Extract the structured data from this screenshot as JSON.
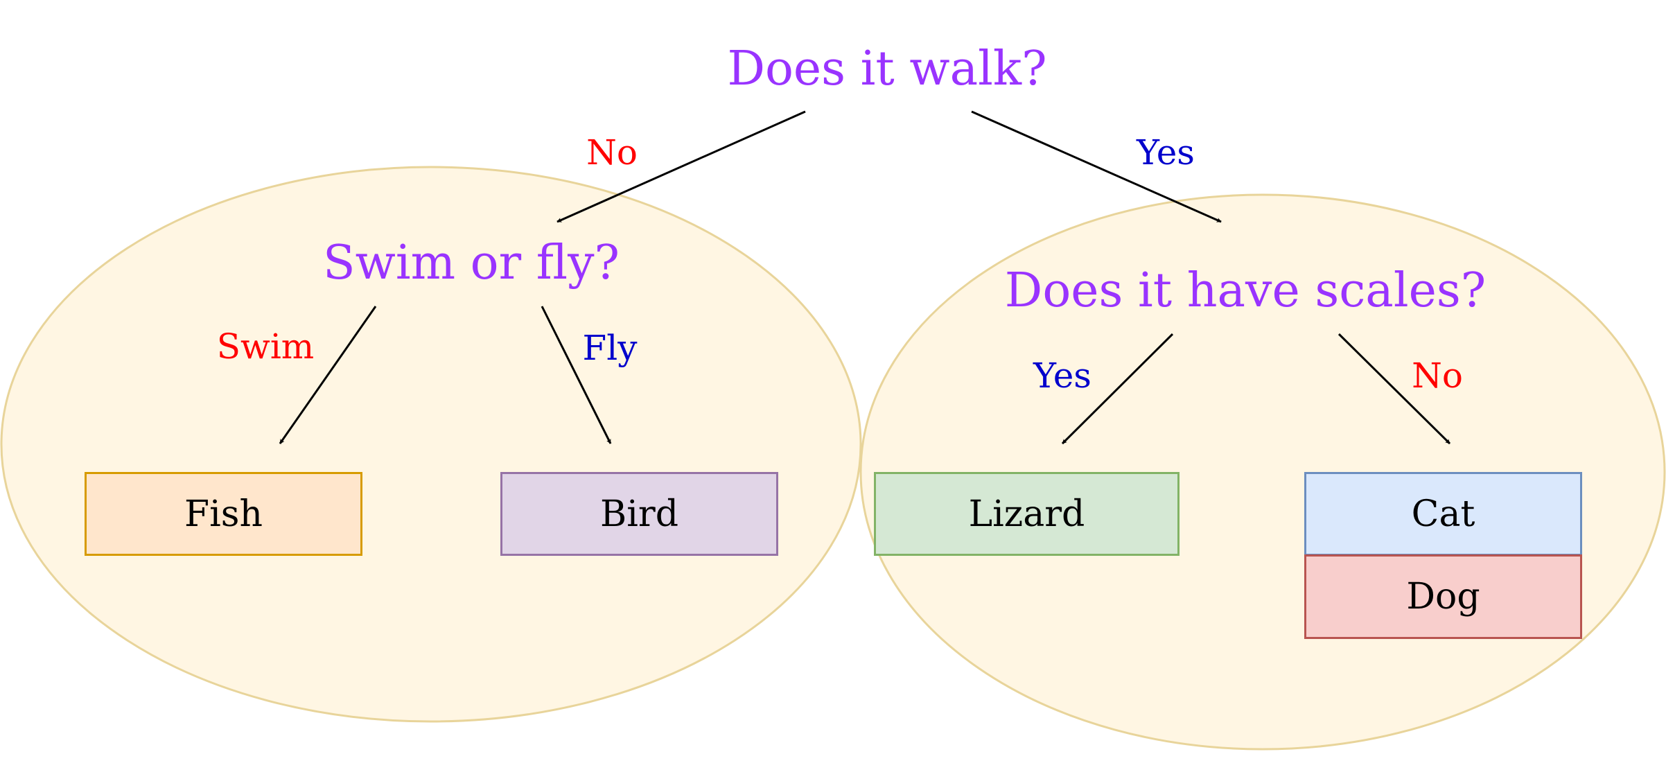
{
  "questions": {
    "root": "Does it walk?",
    "left": "Swim or fly?",
    "right": "Does it have scales?"
  },
  "edges": {
    "root_no": "No",
    "root_yes": "Yes",
    "swim": "Swim",
    "fly": "Fly",
    "scales_yes": "Yes",
    "scales_no": "No"
  },
  "leaves": {
    "fish": "Fish",
    "bird": "Bird",
    "lizard": "Lizard",
    "cat": "Cat",
    "dog": "Dog"
  },
  "colors": {
    "question": "#9933ff",
    "no_label": "#ff0000",
    "yes_label": "#0000cc",
    "group_fill": "#fff6e3",
    "group_stroke": "#e8d49a",
    "fish_fill": "#ffe6cc",
    "bird_fill": "#e1d5e7",
    "lizard_fill": "#d5e8d4",
    "cat_fill": "#dae8fc",
    "dog_fill": "#f8cecc"
  }
}
